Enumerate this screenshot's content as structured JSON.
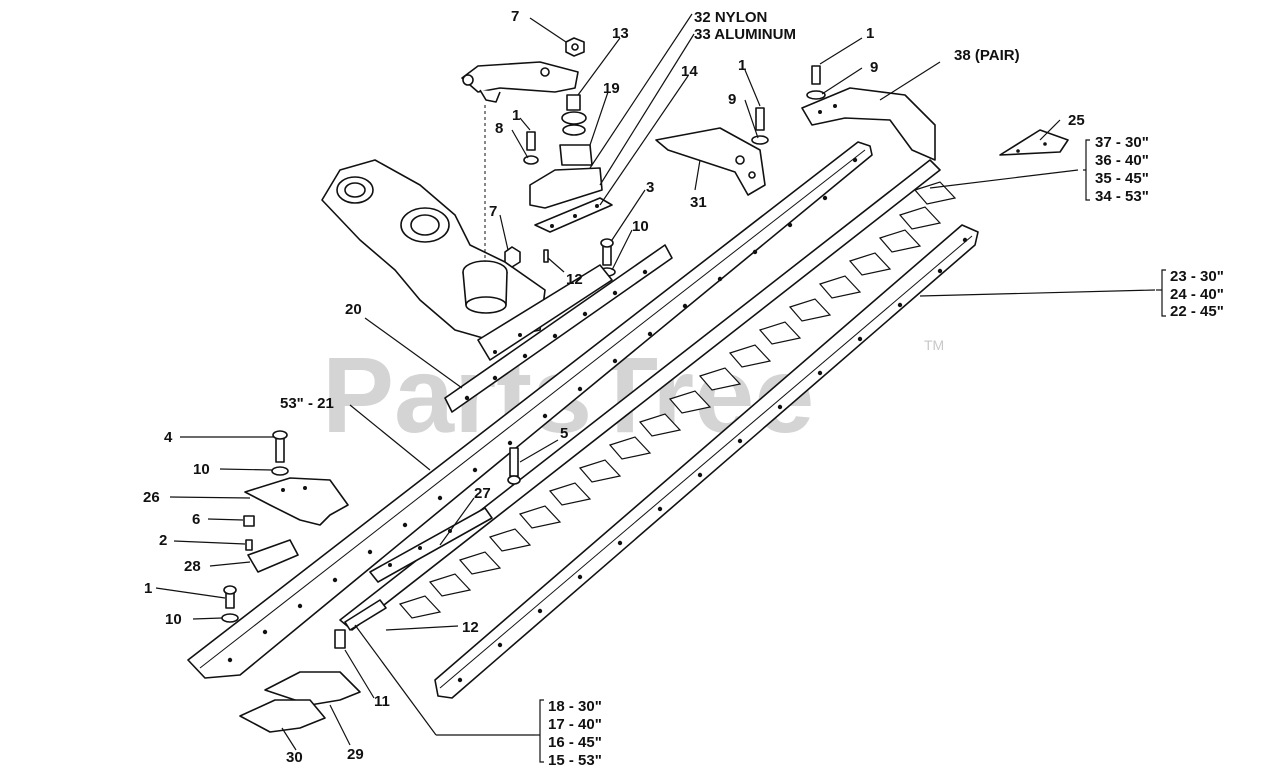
{
  "watermark": "PartsTree",
  "trademark": "TM",
  "callouts": [
    {
      "id": "c7a",
      "text": "7"
    },
    {
      "id": "c13",
      "text": "13"
    },
    {
      "id": "c32",
      "text": "32 NYLON"
    },
    {
      "id": "c33",
      "text": "33 ALUMINUM"
    },
    {
      "id": "c1a",
      "text": "1"
    },
    {
      "id": "c9a",
      "text": "9"
    },
    {
      "id": "c38",
      "text": "38 (PAIR)"
    },
    {
      "id": "c19",
      "text": "19"
    },
    {
      "id": "c14",
      "text": "14"
    },
    {
      "id": "c1b",
      "text": "1"
    },
    {
      "id": "c9b",
      "text": "9"
    },
    {
      "id": "c8",
      "text": "8"
    },
    {
      "id": "c1c",
      "text": "1"
    },
    {
      "id": "c25",
      "text": "25"
    },
    {
      "id": "c3",
      "text": "3"
    },
    {
      "id": "c31",
      "text": "31"
    },
    {
      "id": "c7b",
      "text": "7"
    },
    {
      "id": "c10a",
      "text": "10"
    },
    {
      "id": "c12a",
      "text": "12"
    },
    {
      "id": "c20",
      "text": "20"
    },
    {
      "id": "c21",
      "text": "53\" - 21"
    },
    {
      "id": "c4",
      "text": "4"
    },
    {
      "id": "c5",
      "text": "5"
    },
    {
      "id": "c10b",
      "text": "10"
    },
    {
      "id": "c26",
      "text": "26"
    },
    {
      "id": "c27",
      "text": "27"
    },
    {
      "id": "c6",
      "text": "6"
    },
    {
      "id": "c2",
      "text": "2"
    },
    {
      "id": "c28",
      "text": "28"
    },
    {
      "id": "c1d",
      "text": "1"
    },
    {
      "id": "c10c",
      "text": "10"
    },
    {
      "id": "c12b",
      "text": "12"
    },
    {
      "id": "c11",
      "text": "11"
    },
    {
      "id": "c30",
      "text": "30"
    },
    {
      "id": "c29",
      "text": "29"
    }
  ],
  "size_groups": [
    {
      "id": "guards",
      "rows": [
        "37  - 30\"",
        "36  - 40\"",
        "35  - 45\"",
        "34  - 53\""
      ]
    },
    {
      "id": "bars",
      "rows": [
        "23 - 30\"",
        "24 - 40\"",
        "22 - 45\""
      ]
    },
    {
      "id": "knives",
      "rows": [
        "18 - 30\"",
        "17 - 40\"",
        "16 - 45\"",
        "15 - 53\""
      ]
    }
  ]
}
